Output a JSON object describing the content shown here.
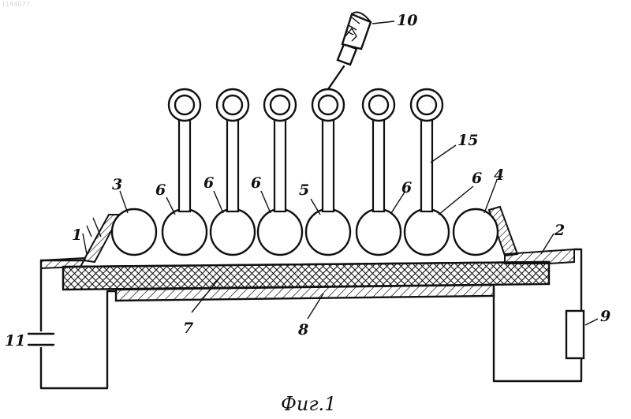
{
  "watermark": "1184077",
  "caption": "Фиг.1",
  "labels": {
    "l1": "1",
    "l2": "2",
    "l3": "3",
    "l4": "4",
    "l5": "5",
    "l6a": "6",
    "l6b": "6",
    "l6c": "6",
    "l6d": "6",
    "l6e": "6",
    "l7": "7",
    "l8": "8",
    "l9": "9",
    "l10": "10",
    "l11": "11",
    "l15": "15"
  },
  "colors": {
    "ink": "#111111",
    "paper": "#ffffff"
  }
}
